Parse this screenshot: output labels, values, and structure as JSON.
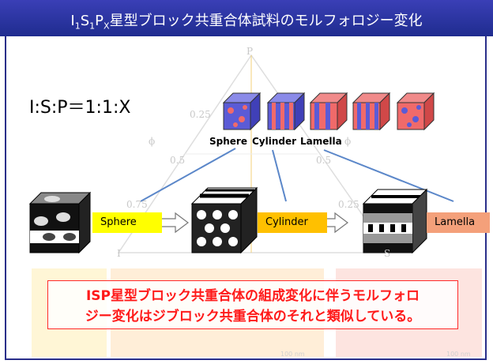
{
  "title": {
    "prefix": "I",
    "s1": "1",
    "mid1": "S",
    "s2": "1",
    "mid2": "P",
    "s3": "X",
    "suffix": "星型ブロック共重合体試料のモルフォロジー変化"
  },
  "ratio_label": "I:S:P＝1:1:X",
  "triangle": {
    "top": "P",
    "left": "I",
    "right": "S",
    "phi_left": "ϕ",
    "phi_right": "ϕ",
    "p025": "0.25",
    "p05l": "0.5",
    "p05r": "0.5",
    "p075": "0.75",
    "p025r": "0.25"
  },
  "cube_labels": {
    "sphere": "Sphere",
    "cylinder": "Cylinder",
    "lamella": "Lamella"
  },
  "tags": {
    "sphere": "Sphere",
    "cylinder": "Cylinder",
    "lamella": "Lamella"
  },
  "conclusion": {
    "line1": "ISP星型ブロック共重合体の組成変化に伴うモルフォロ",
    "line2": "ジー変化はジブロック共重合体のそれと類似している。"
  },
  "scale_bars": [
    "100 nm",
    "100 nm"
  ],
  "colors": {
    "title_bg": "#1f2c8f",
    "blue": "#5b5bd6",
    "red": "#f06a6a",
    "sphere_tag": "#ffff00",
    "cyl_tag": "#ffc000",
    "lam_tag": "#f4a07a",
    "conclusion": "#ff1a1a"
  }
}
